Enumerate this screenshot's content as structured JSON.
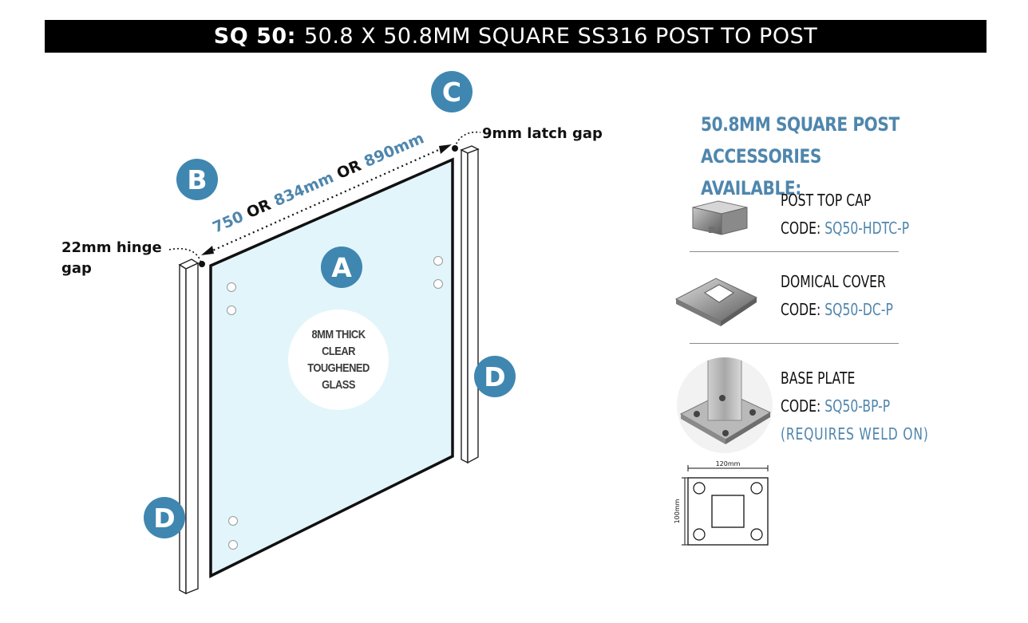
{
  "title": {
    "bold": "SQ 50:",
    "rest": "50.8 X 50.8MM SQUARE SS316 POST TO POST"
  },
  "badges": {
    "a": "A",
    "b": "B",
    "c": "C",
    "d1": "D",
    "d2": "D"
  },
  "notes": {
    "latch_gap": "9mm latch gap",
    "hinge_gap_line1": "22mm hinge",
    "hinge_gap_line2": "gap"
  },
  "dimension": {
    "w1": "750",
    "or1": " OR ",
    "w2": "834mm",
    "or2": " OR ",
    "w3": "890mm"
  },
  "glass_label": {
    "line1": "8MM THICK",
    "line2": "CLEAR",
    "line3": "TOUGHENED",
    "line4": "GLASS"
  },
  "accessories": {
    "heading_line1": "50.8MM SQUARE POST",
    "heading_line2": "ACCESSORIES AVAILABLE:",
    "items": [
      {
        "name": "POST TOP CAP",
        "code_label": "CODE: ",
        "code": "SQ50-HDTC-P"
      },
      {
        "name": "DOMICAL COVER",
        "code_label": "CODE: ",
        "code": "SQ50-DC-P"
      },
      {
        "name": "BASE PLATE",
        "code_label": "CODE: ",
        "code": "SQ50-BP-P",
        "extra": "(REQUIRES WELD ON)"
      }
    ],
    "base_plate_drawing": {
      "width_label": "120mm",
      "height_label": "100mm"
    }
  },
  "colors": {
    "accent": "#3f87b0",
    "heading": "#4f86ad",
    "glass": "#e2f5fb",
    "title_bg": "#000000"
  }
}
